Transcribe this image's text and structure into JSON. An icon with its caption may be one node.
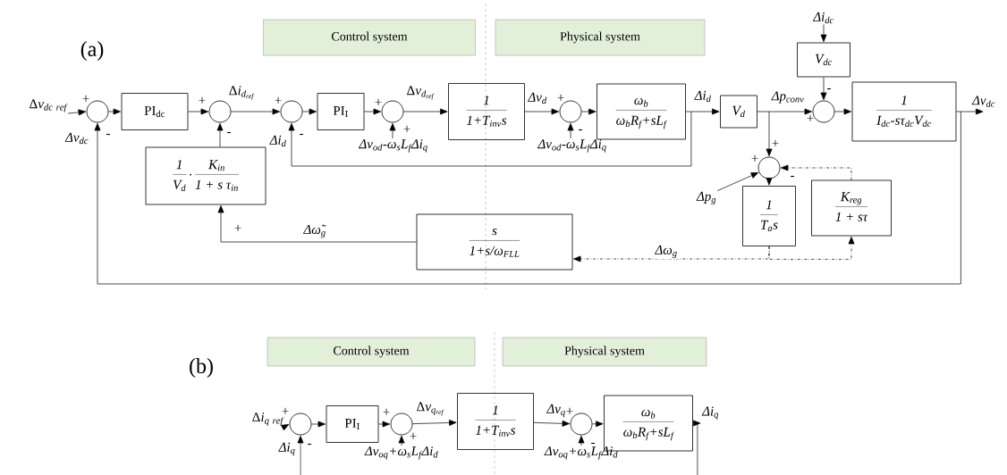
{
  "diagram": {
    "nodes": [
      {
        "text": [
          "Control system"
        ]
      },
      {
        "text": [
          "Physical system"
        ]
      },
      {
        "text": [
          "\\Delta v_{dc\\ ref}"
        ]
      },
      {
        "text": [],
        "shape": "circle"
      },
      {
        "text": [
          "PI$_{dc}$"
        ]
      },
      {
        "text": [],
        "shape": "circle"
      },
      {
        "text": [],
        "shape": "circle"
      },
      {
        "text": [
          "PI$_{I}$"
        ]
      },
      {
        "text": [],
        "shape": "circle"
      },
      {
        "text": [
          "1",
          "1+T$_{inv}$s"
        ]
      },
      {
        "text": [],
        "shape": "circle"
      },
      {
        "text": [
          "ω$_{b}$",
          "ω$_{b}$R$_{f}$+sL$_{f}$"
        ]
      },
      {
        "text": [
          "V$_{d}$"
        ]
      },
      {
        "text": [],
        "shape": "circle"
      },
      {
        "text": [
          "V$_{dc}$"
        ]
      },
      {
        "text": [
          "Δi$_{dc}$"
        ]
      },
      {
        "text": [
          "1",
          "I$_{dc}$-sτ$_{dc}$V$_{dc}$"
        ]
      },
      {
        "text": [
          "Δv$_{dc}$"
        ]
      },
      {
        "text": [],
        "shape": "circle"
      },
      {
        "text": [
          "Δp$_{g}$"
        ]
      },
      {
        "text": [
          "1",
          "T$_{a}$s"
        ]
      },
      {
        "text": [
          "K$_{reg}$",
          "1 + sτ"
        ]
      },
      {
        "text": [
          "s",
          "1+s/ω$_{FLL}$"
        ]
      },
      {
        "text": [
          "1",
          "V$_{d}$",
          "·",
          "K$_{in}$",
          "1 + s τ$_{in}$"
        ]
      },
      {
        "text": [
          "Δv$_{od}$-ω$_{s}$L$_{f}$Δi$_{q}$"
        ]
      },
      {
        "text": [
          "Δv$_{od}$-ω$_{s}$L$_{f}$Δi$_{q}$"
        ]
      },
      {
        "text": [
          "Control system"
        ]
      },
      {
        "text": [
          "Physical system"
        ]
      },
      {
        "text": [
          "\\Delta i_{q\\ ref}"
        ]
      },
      {
        "text": [],
        "shape": "circle"
      },
      {
        "text": [
          "PI$_{I}$"
        ]
      },
      {
        "text": [],
        "shape": "circle"
      },
      {
        "text": [
          "1",
          "1+T$_{inv}$s"
        ]
      },
      {
        "text": [],
        "shape": "circle"
      },
      {
        "text": [
          "ω$_{b}$",
          "ω$_{b}$R$_{f}$+sL$_{f}$"
        ]
      },
      {
        "text": [
          "Δi$_{q}$"
        ]
      },
      {
        "text": [
          "Δv$_{oq}$+ω$_{s}$L$_{f}$Δi$_{d}$"
        ]
      },
      {
        "text": [
          "Δv$_{oq}$+ω$_{s}$L$_{f}$Δi$_{d}$"
        ]
      }
    ],
    "edges": [
      {
        "from": 2,
        "to": 3,
        "arrow": "to"
      },
      {
        "from": 3,
        "to": 4,
        "arrow": "to"
      },
      {
        "from": 4,
        "to": 5,
        "arrow": "to"
      },
      {
        "from": 5,
        "to": 6,
        "arrow": "to",
        "label": "\\Delta i_{d_{ref}}"
      },
      {
        "from": 6,
        "to": 7,
        "arrow": "to"
      },
      {
        "from": 7,
        "to": 8,
        "arrow": "to"
      },
      {
        "from": 8,
        "to": 9,
        "arrow": "to",
        "label": "\\Delta v_{d_{ref}}"
      },
      {
        "from": 9,
        "to": 10,
        "arrow": "to",
        "label": "Δv$_{d}$"
      },
      {
        "from": 10,
        "to": 11,
        "arrow": "to"
      },
      {
        "from": 11,
        "to": 12,
        "arrow": "to",
        "label": "Δi$_{d}$"
      },
      {
        "from": 12,
        "to": 13,
        "arrow": "to",
        "label": "Δp$_{conv}$"
      },
      {
        "from": 15,
        "to": 14,
        "arrow": "to"
      },
      {
        "from": 14,
        "to": 13,
        "arrow": "to"
      },
      {
        "from": 13,
        "to": 16,
        "arrow": "to"
      },
      {
        "from": 16,
        "to": 17,
        "arrow": "to"
      },
      {
        "from": 16,
        "to": 3,
        "arrow": "to",
        "label": "Δv$_{dc}$"
      },
      {
        "from": 11,
        "to": 6,
        "arrow": "to",
        "label": "Δi$_{d}$"
      },
      {
        "from": 12,
        "to": 18,
        "arrow": "to"
      },
      {
        "from": 19,
        "to": 18,
        "arrow": "to"
      },
      {
        "from": 18,
        "to": 20,
        "arrow": "to"
      },
      {
        "from": 20,
        "to": 22,
        "arrow": "to",
        "style": "dashed",
        "label": "Δω$_{g}$"
      },
      {
        "from": 20,
        "to": 21,
        "arrow": "to",
        "style": "dashed"
      },
      {
        "from": 21,
        "to": 18,
        "arrow": "to",
        "style": "dashed"
      },
      {
        "from": 22,
        "to": 23,
        "arrow": "to",
        "label": "Δω̃$_{g}$"
      },
      {
        "from": 23,
        "to": 5,
        "arrow": "to"
      },
      {
        "from": 24,
        "to": 8,
        "arrow": "to"
      },
      {
        "from": 25,
        "to": 10,
        "arrow": "to"
      },
      {
        "from": 28,
        "to": 29,
        "arrow": "to"
      },
      {
        "from": 29,
        "to": 30,
        "arrow": "to"
      },
      {
        "from": 30,
        "to": 31,
        "arrow": "to"
      },
      {
        "from": 31,
        "to": 32,
        "arrow": "to",
        "label": "\\Delta v_{q_{ref}}"
      },
      {
        "from": 32,
        "to": 33,
        "arrow": "to",
        "label": "Δv$_{q}$"
      },
      {
        "from": 33,
        "to": 34,
        "arrow": "to"
      },
      {
        "from": 34,
        "to": 35,
        "arrow": "to"
      },
      {
        "from": 34,
        "to": 29,
        "arrow": "to",
        "label": "Δi$_{q}$"
      },
      {
        "from": 36,
        "to": 31,
        "arrow": "to"
      },
      {
        "from": 37,
        "to": 33,
        "arrow": "to"
      }
    ],
    "labels": [
      "(a)",
      "+",
      "-",
      "+",
      "-",
      "+",
      "-",
      "+",
      "+",
      "+",
      "-",
      "-",
      "+",
      "+",
      "+",
      "-",
      "+",
      "(b)",
      "+",
      "-",
      "+",
      "+",
      "+",
      "-"
    ]
  }
}
